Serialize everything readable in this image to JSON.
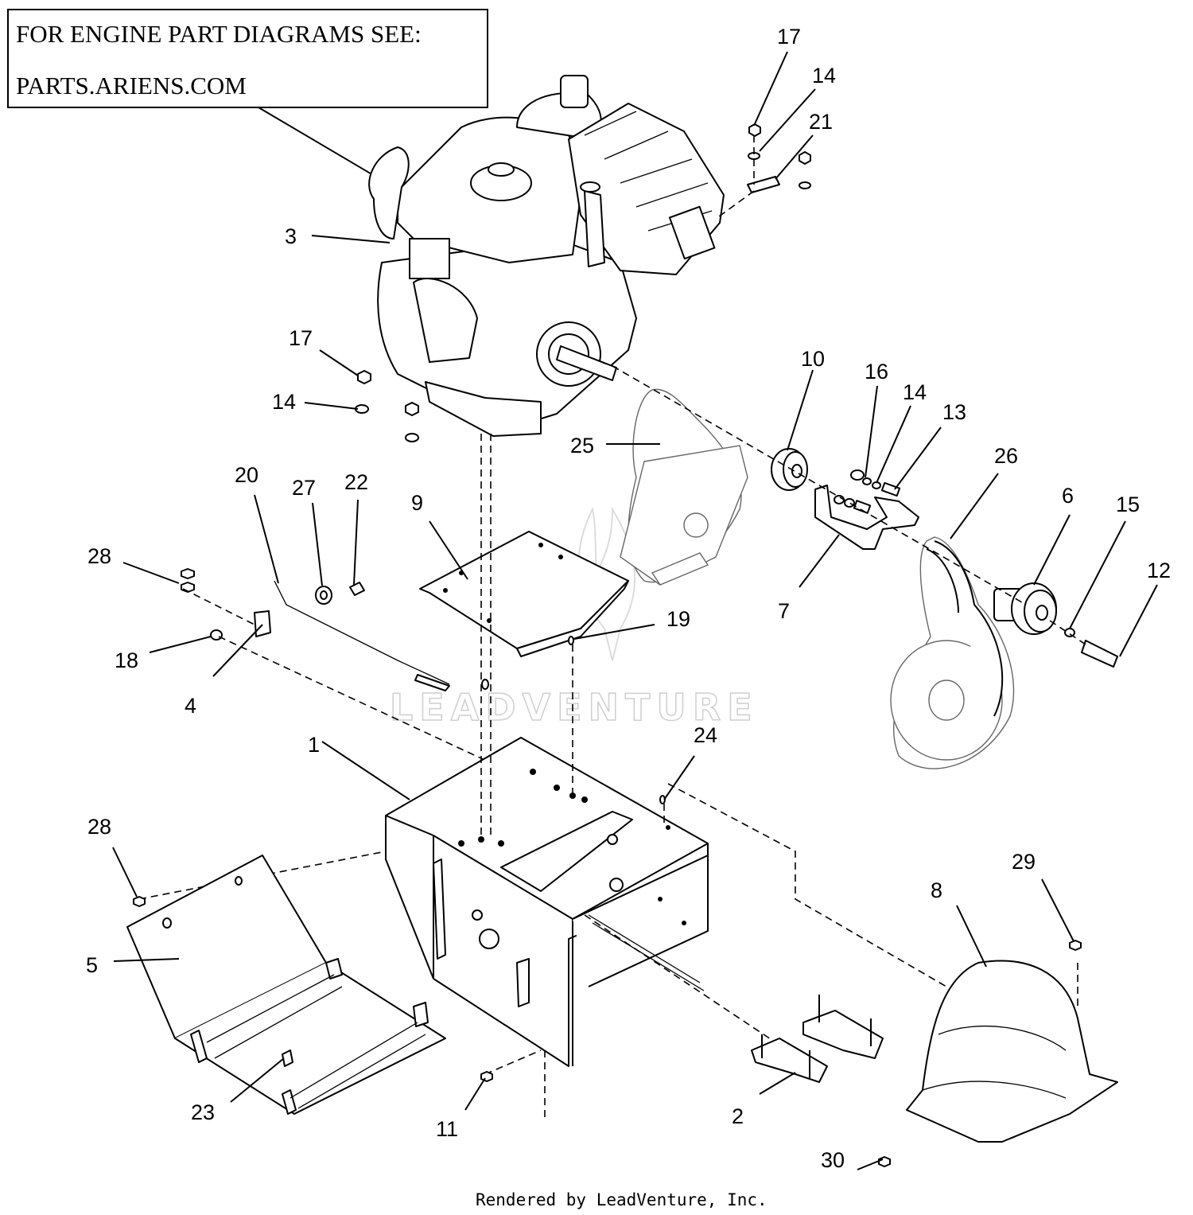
{
  "note": {
    "line1": "FOR ENGINE PART DIAGRAMS SEE:",
    "line2": "PARTS.ARIENS.COM"
  },
  "watermark": "LEADVENTURE",
  "footer": "Rendered by LeadVenture, Inc.",
  "callouts": {
    "c1": "1",
    "c2": "2",
    "c3": "3",
    "c4": "4",
    "c5": "5",
    "c6": "6",
    "c7": "7",
    "c8": "8",
    "c9": "9",
    "c10": "10",
    "c11": "11",
    "c12": "12",
    "c13": "13",
    "c14a": "14",
    "c14b": "14",
    "c14c": "14",
    "c15": "15",
    "c16": "16",
    "c17a": "17",
    "c17b": "17",
    "c18": "18",
    "c19": "19",
    "c20": "20",
    "c21": "21",
    "c22": "22",
    "c23": "23",
    "c24": "24",
    "c25": "25",
    "c26": "26",
    "c27": "27",
    "c28a": "28",
    "c28b": "28",
    "c29": "29",
    "c30": "30"
  }
}
